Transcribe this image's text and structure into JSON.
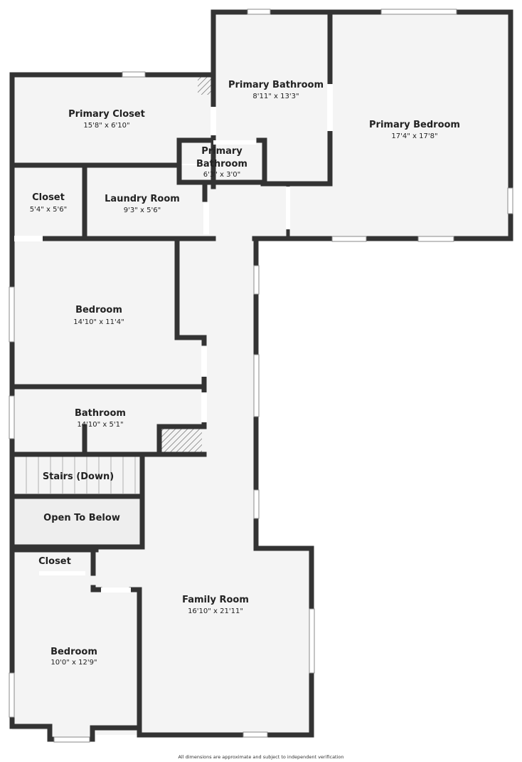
{
  "rooms": {
    "primary_bathroom": {
      "name": "Primary Bathroom",
      "dims": "8'11\" x 13'3\""
    },
    "primary_bedroom": {
      "name": "Primary Bedroom",
      "dims": "17'4\" x 17'8\""
    },
    "primary_closet": {
      "name": "Primary Closet",
      "dims": "15'8\" x 6'10\""
    },
    "primary_bathroom_small": {
      "name_line1": "Primary",
      "name_line2": "Bathroom",
      "dims": "6'3\" x 3'0\""
    },
    "closet_upper": {
      "name": "Closet",
      "dims": "5'4\" x 5'6\""
    },
    "laundry_room": {
      "name": "Laundry Room",
      "dims": "9'3\" x 5'6\""
    },
    "bedroom_upper": {
      "name": "Bedroom",
      "dims": "14'10\" x 11'4\""
    },
    "bathroom": {
      "name": "Bathroom",
      "dims": "14'10\" x 5'1\""
    },
    "stairs": {
      "name": "Stairs (Down)"
    },
    "open_to_below": {
      "name": "Open To Below"
    },
    "closet_lower": {
      "name": "Closet"
    },
    "bedroom_lower": {
      "name": "Bedroom",
      "dims": "10'0\" x 12'9\""
    },
    "family_room": {
      "name": "Family Room",
      "dims": "16'10\" x 21'11\""
    }
  },
  "footer": {
    "disclaimer": "All dimensions are approximate and subject to independent verification"
  }
}
